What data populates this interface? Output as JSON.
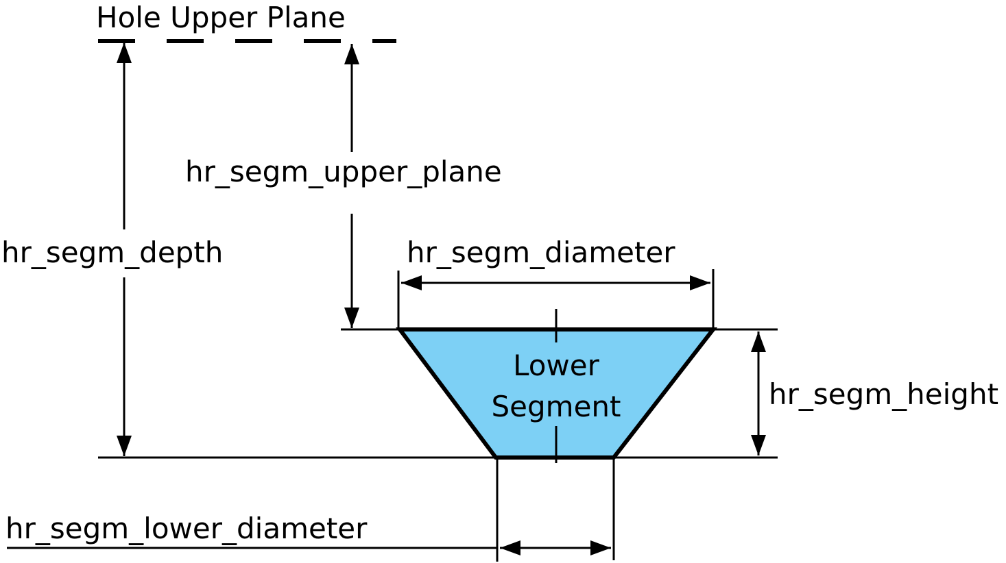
{
  "labels": {
    "hole_upper_plane": "Hole Upper Plane",
    "upper_plane": "hr_segm_upper_plane",
    "depth": "hr_segm_depth",
    "diameter": "hr_segm_diameter",
    "height": "hr_segm_height",
    "lower_diameter": "hr_segm_lower_diameter",
    "segment_line1": "Lower",
    "segment_line2": "Segment"
  },
  "colors": {
    "segment_fill": "#7dd0f5",
    "line": "#000000"
  }
}
